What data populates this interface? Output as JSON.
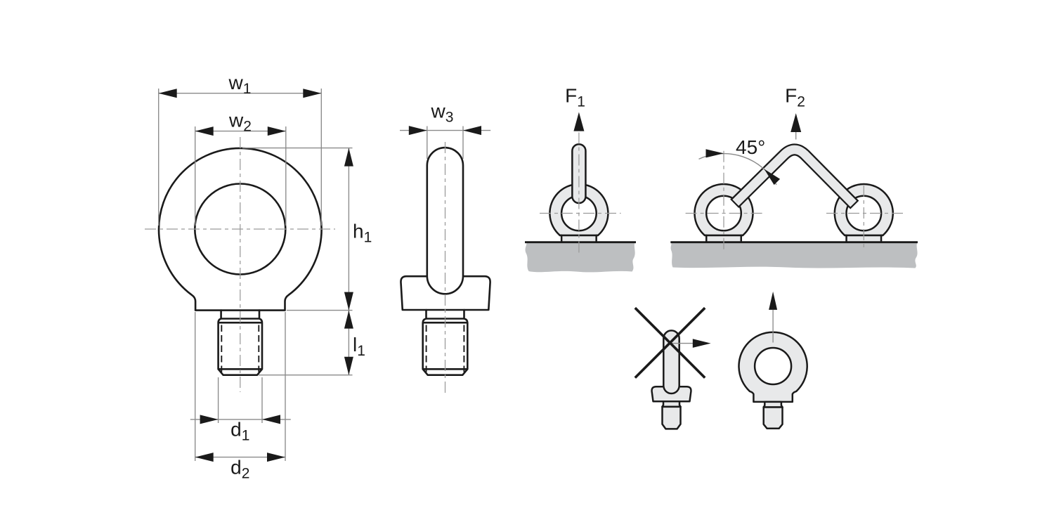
{
  "diagram": {
    "type": "technical-drawing",
    "subject": "lifting eye bolt dimensions and loading directions",
    "labels": {
      "w1": {
        "base": "w",
        "sub": "1"
      },
      "w2": {
        "base": "w",
        "sub": "2"
      },
      "w3": {
        "base": "w",
        "sub": "3"
      },
      "h1": {
        "base": "h",
        "sub": "1"
      },
      "l1": {
        "base": "l",
        "sub": "1"
      },
      "d1": {
        "base": "d",
        "sub": "1"
      },
      "d2": {
        "base": "d",
        "sub": "2"
      },
      "f1": {
        "base": "F",
        "sub": "1"
      },
      "f2": {
        "base": "F",
        "sub": "2"
      },
      "angle": "45°"
    }
  },
  "colors": {
    "outline": "#1a1a1a",
    "thin_line": "#8a8a8a",
    "center_line": "#9a9a9a",
    "part_fill": "#e8e9ea",
    "hole_fill": "#ffffff",
    "ground_fill": "#bdbfc1",
    "text": "#1a1a1a",
    "background": "#ffffff"
  }
}
